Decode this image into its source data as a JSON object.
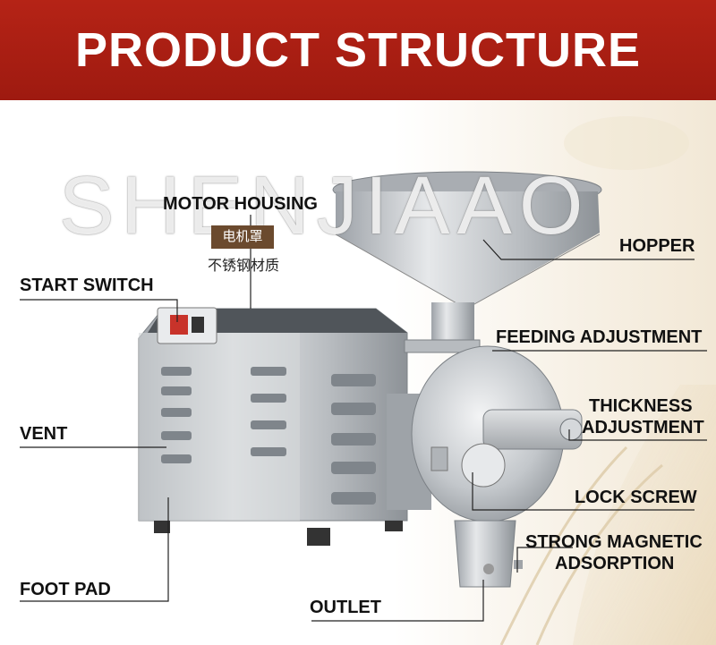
{
  "banner": {
    "title": "PRODUCT STRUCTURE",
    "color": "#a81e12"
  },
  "watermark": "SHENJIAAO",
  "labels": {
    "motor_housing": "MOTOR HOUSING",
    "motor_housing_cn": "电机罩",
    "motor_housing_cn_note": "不锈钢材质",
    "start_switch": "START SWITCH",
    "vent": "VENT",
    "foot_pad": "FOOT PAD",
    "hopper": "HOPPER",
    "feeding_adjustment": "FEEDING ADJUSTMENT",
    "thickness_adjustment_1": "THICKNESS",
    "thickness_adjustment_2": "ADJUSTMENT",
    "lock_screw": "LOCK SCREW",
    "magnetic_1": "STRONG MAGNETIC",
    "magnetic_2": "ADSORPTION",
    "outlet": "OUTLET"
  },
  "colors": {
    "steel": "#c9cccf",
    "badge": "#6b4a2e",
    "wheat": "#f2e8d6"
  }
}
